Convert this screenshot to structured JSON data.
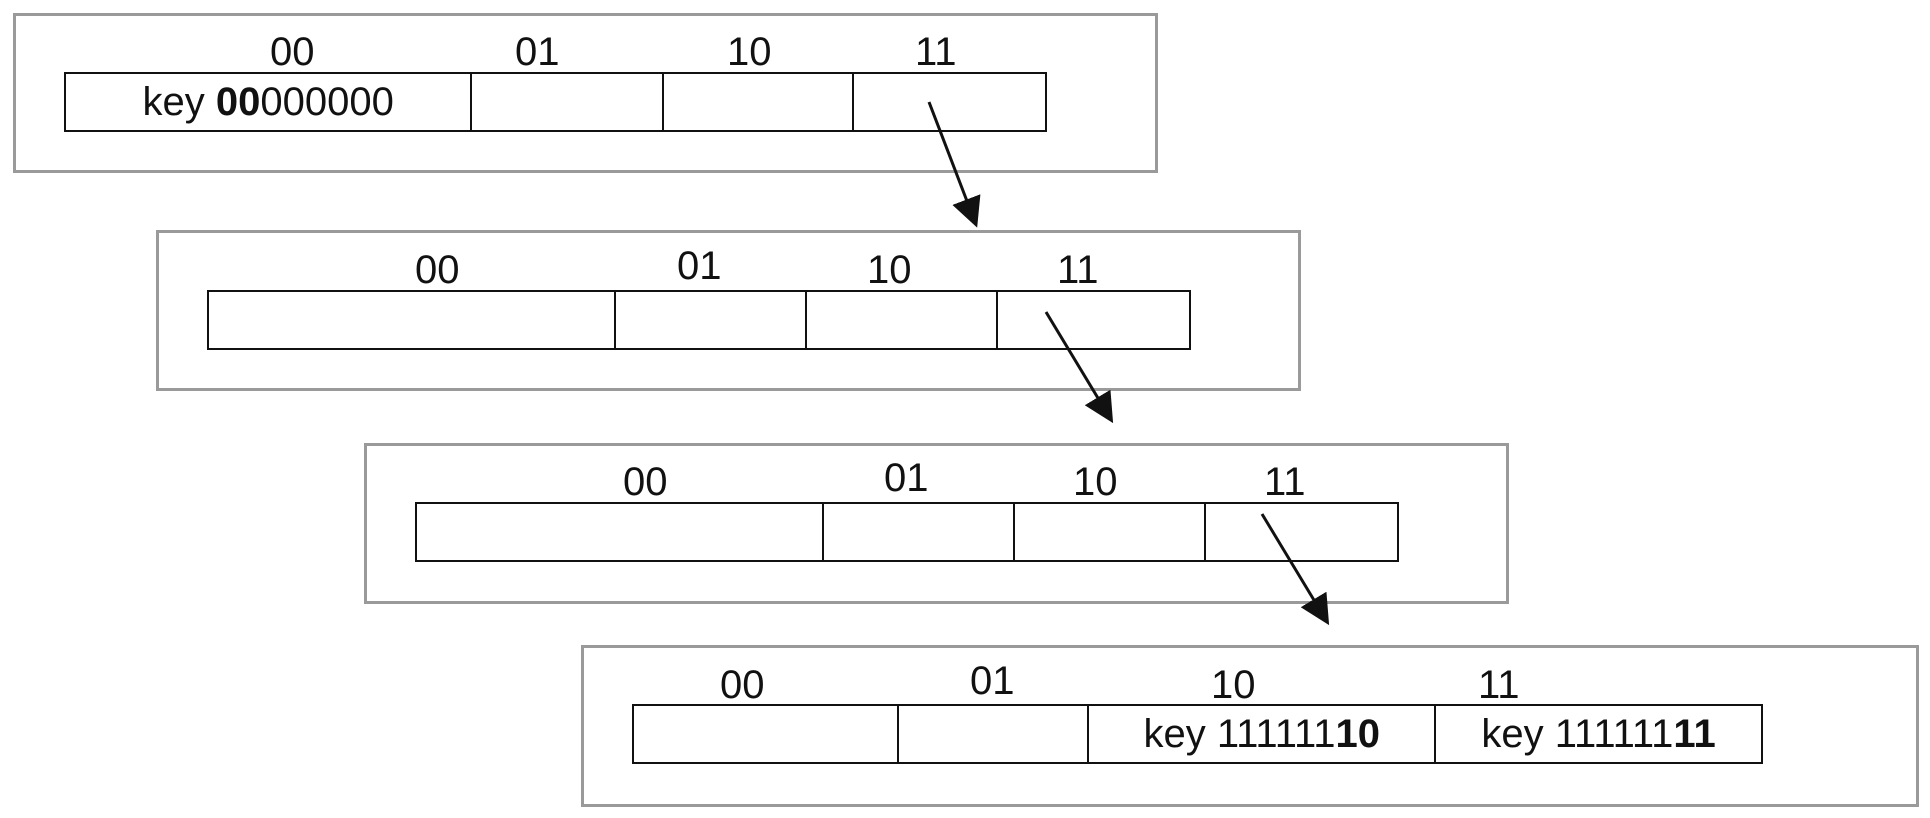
{
  "levels": [
    {
      "labels": [
        "00",
        "01",
        "10",
        "11"
      ],
      "cells": [
        {
          "prefix": "key ",
          "bold": "00",
          "suffix": "000000"
        },
        {
          "prefix": "",
          "bold": "",
          "suffix": ""
        },
        {
          "prefix": "",
          "bold": "",
          "suffix": ""
        },
        {
          "prefix": "",
          "bold": "",
          "suffix": ""
        }
      ]
    },
    {
      "labels": [
        "00",
        "01",
        "10",
        "11"
      ],
      "cells": [
        {
          "prefix": "",
          "bold": "",
          "suffix": ""
        },
        {
          "prefix": "",
          "bold": "",
          "suffix": ""
        },
        {
          "prefix": "",
          "bold": "",
          "suffix": ""
        },
        {
          "prefix": "",
          "bold": "",
          "suffix": ""
        }
      ]
    },
    {
      "labels": [
        "00",
        "01",
        "10",
        "11"
      ],
      "cells": [
        {
          "prefix": "",
          "bold": "",
          "suffix": ""
        },
        {
          "prefix": "",
          "bold": "",
          "suffix": ""
        },
        {
          "prefix": "",
          "bold": "",
          "suffix": ""
        },
        {
          "prefix": "",
          "bold": "",
          "suffix": ""
        }
      ]
    },
    {
      "labels": [
        "00",
        "01",
        "10",
        "11"
      ],
      "cells": [
        {
          "prefix": "",
          "bold": "",
          "suffix": ""
        },
        {
          "prefix": "",
          "bold": "",
          "suffix": ""
        },
        {
          "prefix": "key 111111",
          "bold": "10",
          "suffix": ""
        },
        {
          "prefix": "key 111111",
          "bold": "11",
          "suffix": ""
        }
      ]
    }
  ],
  "colors": {
    "panel_border": "#9a9a9a",
    "cell_border": "#111111",
    "arrow": "#111111"
  }
}
